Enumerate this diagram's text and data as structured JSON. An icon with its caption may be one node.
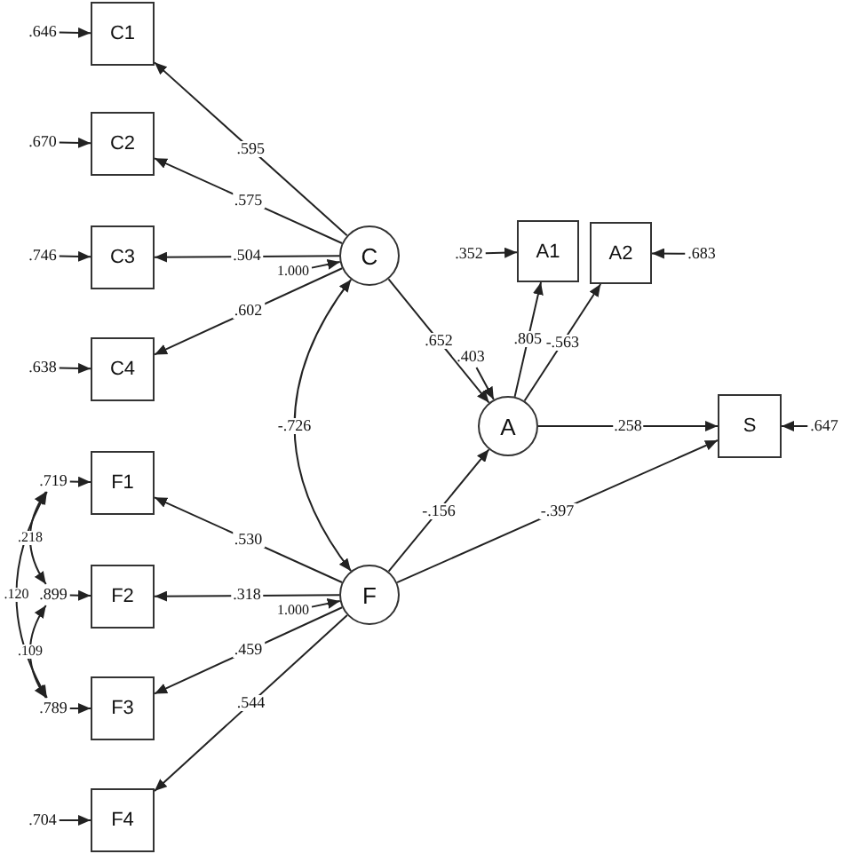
{
  "diagram": {
    "nodes": [
      {
        "text": [
          ".646"
        ]
      },
      {
        "text": [
          "C1"
        ]
      },
      {
        "text": [
          ".670"
        ]
      },
      {
        "text": [
          "C2"
        ]
      },
      {
        "text": [
          ".746"
        ]
      },
      {
        "text": [
          "C3"
        ]
      },
      {
        "text": [
          ".638"
        ]
      },
      {
        "text": [
          "C4"
        ]
      },
      {
        "text": [
          ".719"
        ]
      },
      {
        "text": [
          "F1"
        ]
      },
      {
        "text": [
          ".899"
        ]
      },
      {
        "text": [
          "F2"
        ]
      },
      {
        "text": [
          ".789"
        ]
      },
      {
        "text": [
          "F3"
        ]
      },
      {
        "text": [
          ".704"
        ]
      },
      {
        "text": [
          "F4"
        ]
      },
      {
        "text": [
          "1.000"
        ]
      },
      {
        "text": [
          "C"
        ]
      },
      {
        "text": [
          "1.000"
        ]
      },
      {
        "text": [
          "F"
        ]
      },
      {
        "text": [
          ".352"
        ]
      },
      {
        "text": [
          "A1"
        ]
      },
      {
        "text": [
          "A2"
        ]
      },
      {
        "text": [
          ".683"
        ]
      },
      {
        "text": [
          ".403"
        ]
      },
      {
        "text": [
          "A"
        ]
      },
      {
        "text": [
          "S"
        ]
      },
      {
        "text": [
          ".647"
        ]
      }
    ],
    "edges": [
      {
        "from": 0,
        "to": 1,
        "arrow": "to"
      },
      {
        "from": 2,
        "to": 3,
        "arrow": "to"
      },
      {
        "from": 4,
        "to": 5,
        "arrow": "to"
      },
      {
        "from": 6,
        "to": 7,
        "arrow": "to"
      },
      {
        "from": 8,
        "to": 9,
        "arrow": "to"
      },
      {
        "from": 10,
        "to": 11,
        "arrow": "to"
      },
      {
        "from": 12,
        "to": 13,
        "arrow": "to"
      },
      {
        "from": 14,
        "to": 15,
        "arrow": "to"
      },
      {
        "from": 17,
        "to": 1,
        "arrow": "to",
        "label": ".595"
      },
      {
        "from": 17,
        "to": 3,
        "arrow": "to",
        "label": ".575"
      },
      {
        "from": 17,
        "to": 5,
        "arrow": "to",
        "label": ".504"
      },
      {
        "from": 17,
        "to": 7,
        "arrow": "to",
        "label": ".602"
      },
      {
        "from": 19,
        "to": 9,
        "arrow": "to",
        "label": ".530"
      },
      {
        "from": 19,
        "to": 11,
        "arrow": "to",
        "label": ".318"
      },
      {
        "from": 19,
        "to": 13,
        "arrow": "to",
        "label": ".459"
      },
      {
        "from": 19,
        "to": 15,
        "arrow": "to",
        "label": ".544"
      },
      {
        "from": 16,
        "to": 17,
        "arrow": "to"
      },
      {
        "from": 18,
        "to": 19,
        "arrow": "to"
      },
      {
        "from": 17,
        "to": 19,
        "arrow": "both",
        "label": "-.726"
      },
      {
        "from": 8,
        "to": 10,
        "arrow": "both",
        "label": ".218"
      },
      {
        "from": 10,
        "to": 12,
        "arrow": "both",
        "label": ".109"
      },
      {
        "from": 8,
        "to": 12,
        "arrow": "both",
        "label": ".120"
      },
      {
        "from": 17,
        "to": 25,
        "arrow": "to",
        "label": ".652"
      },
      {
        "from": 19,
        "to": 25,
        "arrow": "to",
        "label": "-.156"
      },
      {
        "from": 24,
        "to": 25,
        "arrow": "to"
      },
      {
        "from": 20,
        "to": 21,
        "arrow": "to"
      },
      {
        "from": 23,
        "to": 22,
        "arrow": "to"
      },
      {
        "from": 25,
        "to": 21,
        "arrow": "to",
        "label": ".805"
      },
      {
        "from": 25,
        "to": 22,
        "arrow": "to",
        "label": "-.563"
      },
      {
        "from": 25,
        "to": 26,
        "arrow": "to",
        "label": ".258"
      },
      {
        "from": 19,
        "to": 26,
        "arrow": "to",
        "label": "-.397"
      },
      {
        "from": 27,
        "to": 26,
        "arrow": "to"
      }
    ]
  }
}
